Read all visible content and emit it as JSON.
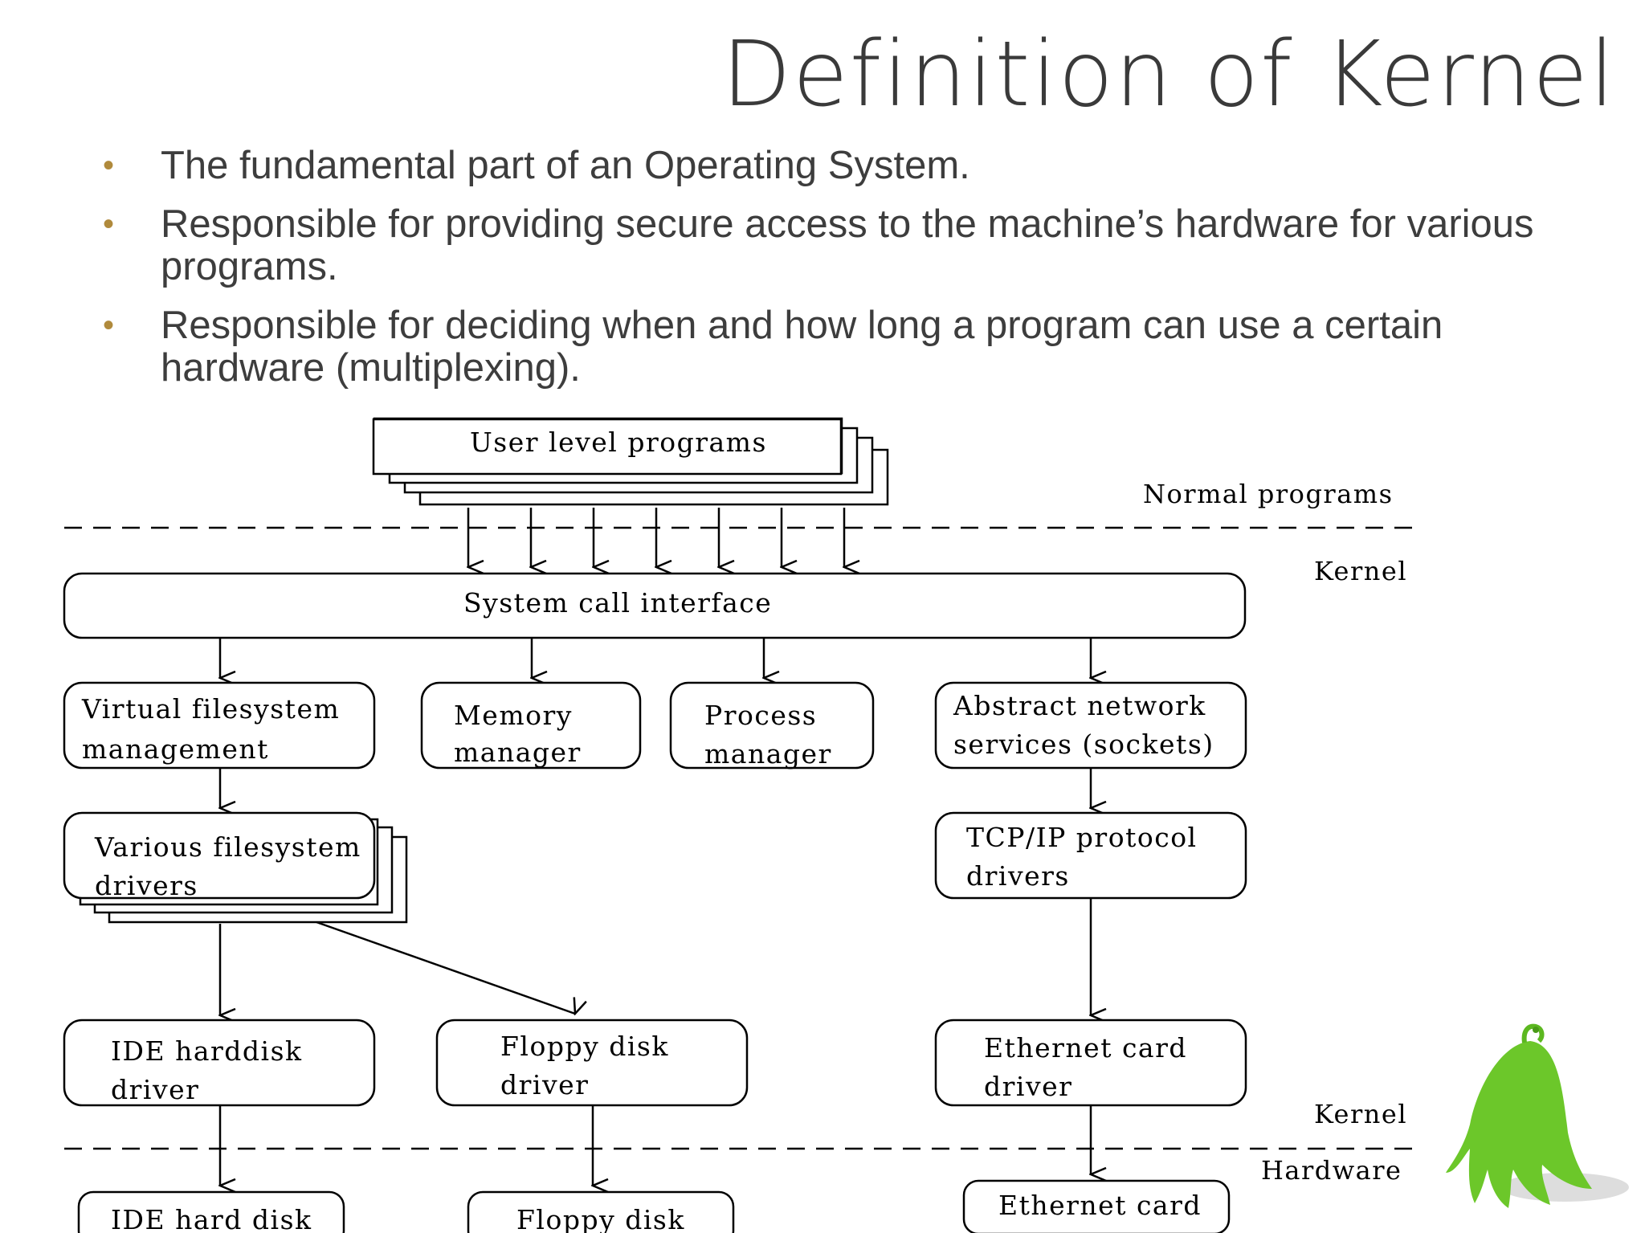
{
  "slide": {
    "title": "Definition of Kernel",
    "bullets": [
      "The fundamental part of an Operating System.",
      "Responsible for providing secure access to the machine’s hardware for various programs.",
      "Responsible for deciding when and how long a program can use a certain hardware (multiplexing)."
    ],
    "bullet_color": "#b08a3c"
  },
  "diagram": {
    "layers": {
      "normal_programs": "Normal programs",
      "kernel_top": "Kernel",
      "kernel_bottom": "Kernel",
      "hardware": "Hardware"
    },
    "user_programs": "User level programs",
    "syscall": "System call interface",
    "vfs": [
      "Virtual filesystem",
      "management"
    ],
    "memory": [
      "Memory",
      "manager"
    ],
    "process": [
      "Process",
      "manager"
    ],
    "network": [
      "Abstract network",
      "services (sockets)"
    ],
    "fs_drivers": [
      "Various filesystem",
      "drivers"
    ],
    "tcpip": [
      "TCP/IP protocol",
      "drivers"
    ],
    "ide_driver": [
      "IDE harddisk",
      "driver"
    ],
    "floppy_driver": [
      "Floppy disk",
      "driver"
    ],
    "ethernet_driver": [
      "Ethernet card",
      "driver"
    ],
    "ide_hw": "IDE hard disk",
    "floppy_hw": "Floppy disk",
    "ethernet_hw": "Ethernet card"
  },
  "mascot": {
    "icon": "green-blob-mascot-icon",
    "color": "#6cc72a"
  }
}
